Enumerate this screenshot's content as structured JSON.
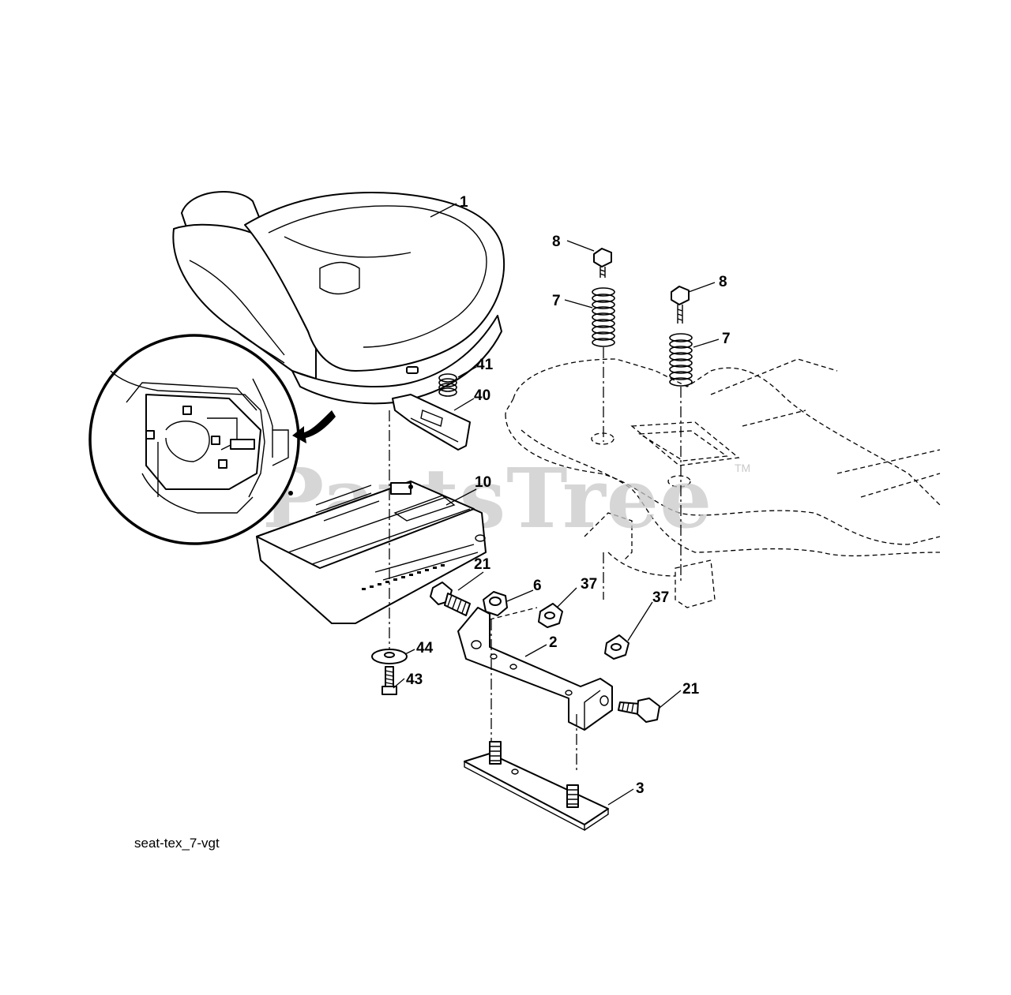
{
  "watermark": {
    "brand": "PartsTree",
    "trademark": "TM"
  },
  "caption": "seat-tex_7-vgt",
  "callouts": [
    {
      "id": "c1",
      "label": "1"
    },
    {
      "id": "c8a",
      "label": "8"
    },
    {
      "id": "c8b",
      "label": "8"
    },
    {
      "id": "c7a",
      "label": "7"
    },
    {
      "id": "c7b",
      "label": "7"
    },
    {
      "id": "c41",
      "label": "41"
    },
    {
      "id": "c40",
      "label": "40"
    },
    {
      "id": "c10",
      "label": "10"
    },
    {
      "id": "c21a",
      "label": "21"
    },
    {
      "id": "c6",
      "label": "6"
    },
    {
      "id": "c37a",
      "label": "37"
    },
    {
      "id": "c37b",
      "label": "37"
    },
    {
      "id": "c2",
      "label": "2"
    },
    {
      "id": "c44",
      "label": "44"
    },
    {
      "id": "c43",
      "label": "43"
    },
    {
      "id": "c21b",
      "label": "21"
    },
    {
      "id": "c3",
      "label": "3"
    }
  ]
}
